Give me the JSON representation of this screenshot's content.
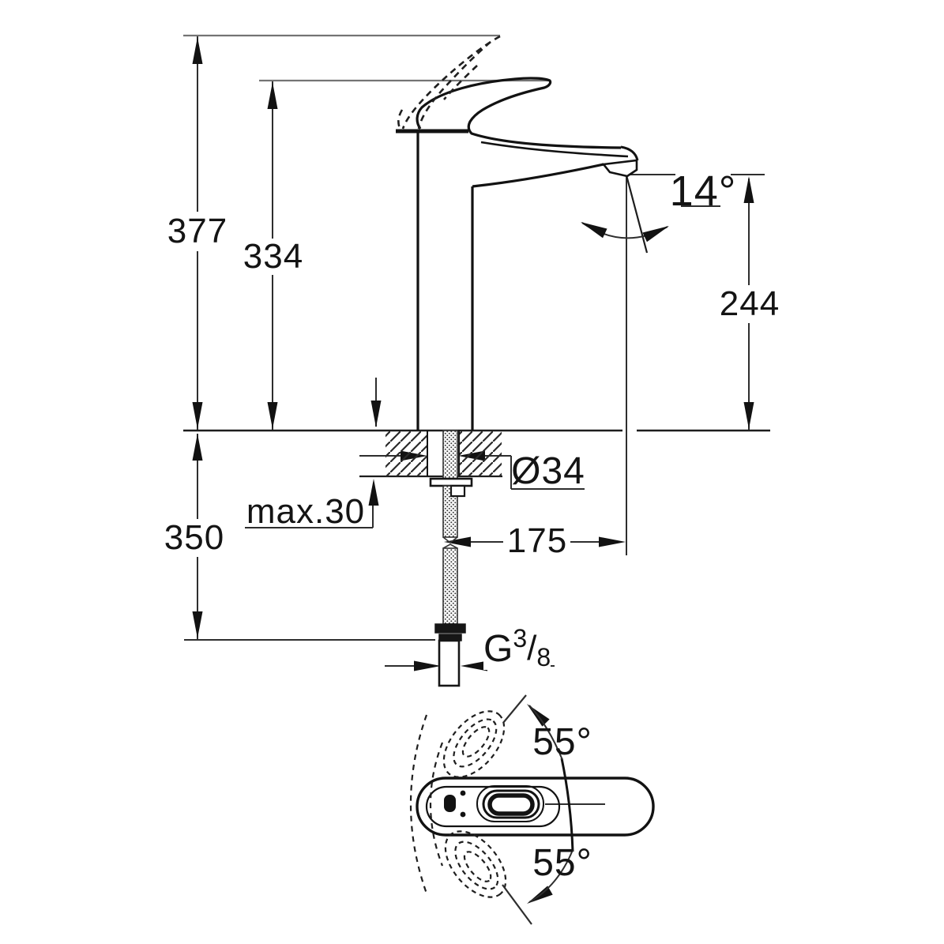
{
  "front_view": {
    "dims": {
      "overall_height": "377",
      "handle_height": "334",
      "spout_height": "244",
      "below_deck_clearance": "350",
      "max_deck_thickness": "max.30",
      "hole_diameter": "Ø34",
      "hose_offset": "175",
      "spout_angle": "14°"
    },
    "thread": {
      "letter": "G",
      "numerator": "3",
      "slash": "/",
      "denominator": "8"
    }
  },
  "top_view": {
    "swivel_angle_up": "55°",
    "swivel_angle_down": "55°"
  },
  "line_colors": {
    "object_outline": "#121212",
    "dimension_line": "#2e2e2e",
    "reference_line": "#747474"
  }
}
